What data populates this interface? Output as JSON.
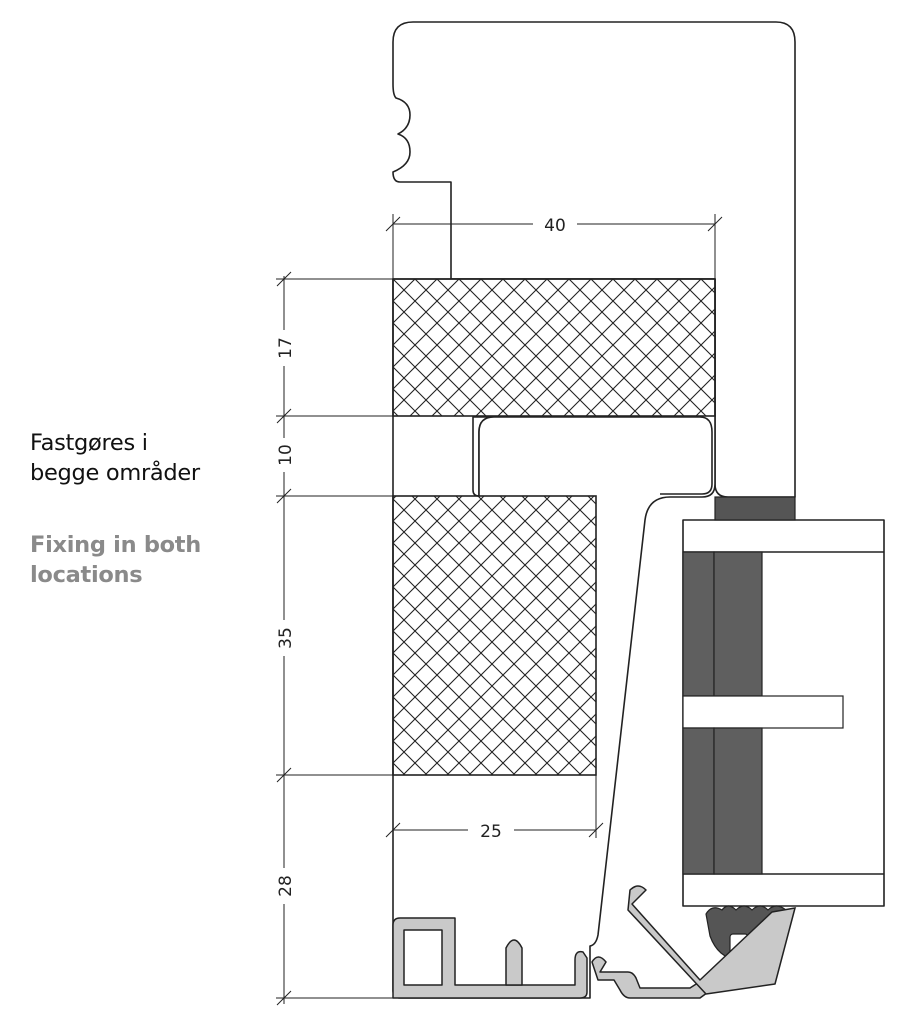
{
  "caption": {
    "danish": "Fastgøres i\nbegge områder",
    "english": "Fixing in both\nlocations"
  },
  "dimensions": {
    "frame_width": "40",
    "top_insulation": "17",
    "gap": "10",
    "main_insulation": "35",
    "bottom_part": "28",
    "insulation_width": "25"
  },
  "colors": {
    "line": "#222222",
    "glass_pane": "#5f5f5f",
    "gasket": "#555555",
    "aluminium": "#c9c9c9",
    "caption_danish": "#111111",
    "caption_english": "#8a8a8a"
  }
}
